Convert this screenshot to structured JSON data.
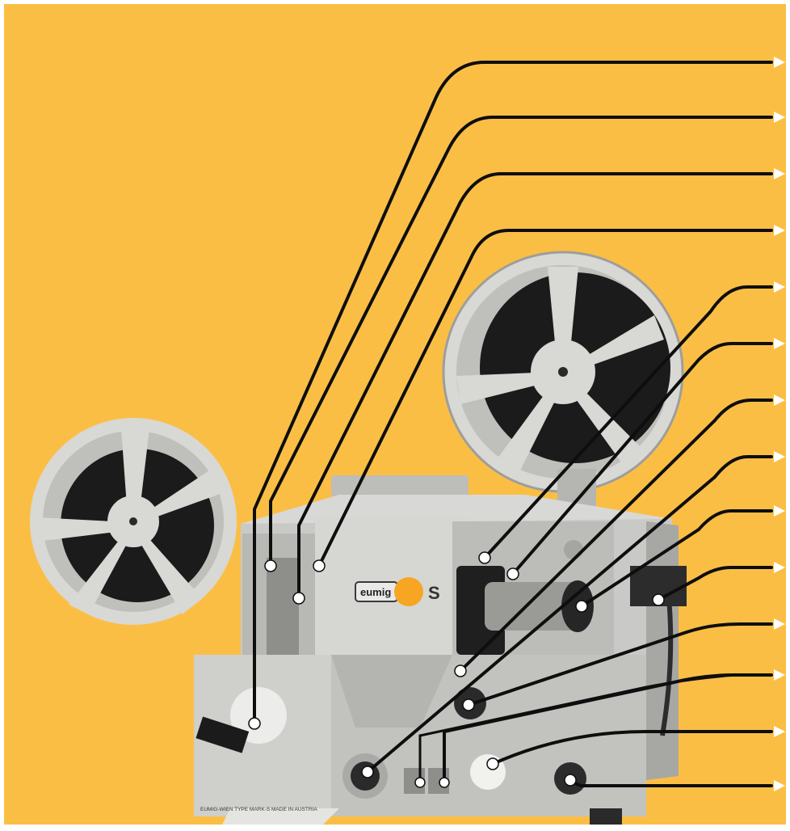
{
  "illustration": {
    "subject": "Eumig Mark-S super 8 film projector with callout lines",
    "colors": {
      "background": "#FBBE45",
      "projector_body": "#C9C9C7",
      "projector_shadow": "#9E9E9B",
      "reel": "#D8D8D4",
      "film": "#1B1B1B",
      "leader_line": "#0E0E0E"
    },
    "callout_count": 14
  },
  "brand_badge": {
    "logo_text": "eumig",
    "model_letter": "S"
  },
  "base_plate": {
    "text": "EUMIG-WIEN TYPE MARK-S MADE IN AUSTRIA"
  },
  "icons": {
    "arrowhead": "triangle-arrow-icon",
    "callout_dot": "white-dot-icon"
  }
}
